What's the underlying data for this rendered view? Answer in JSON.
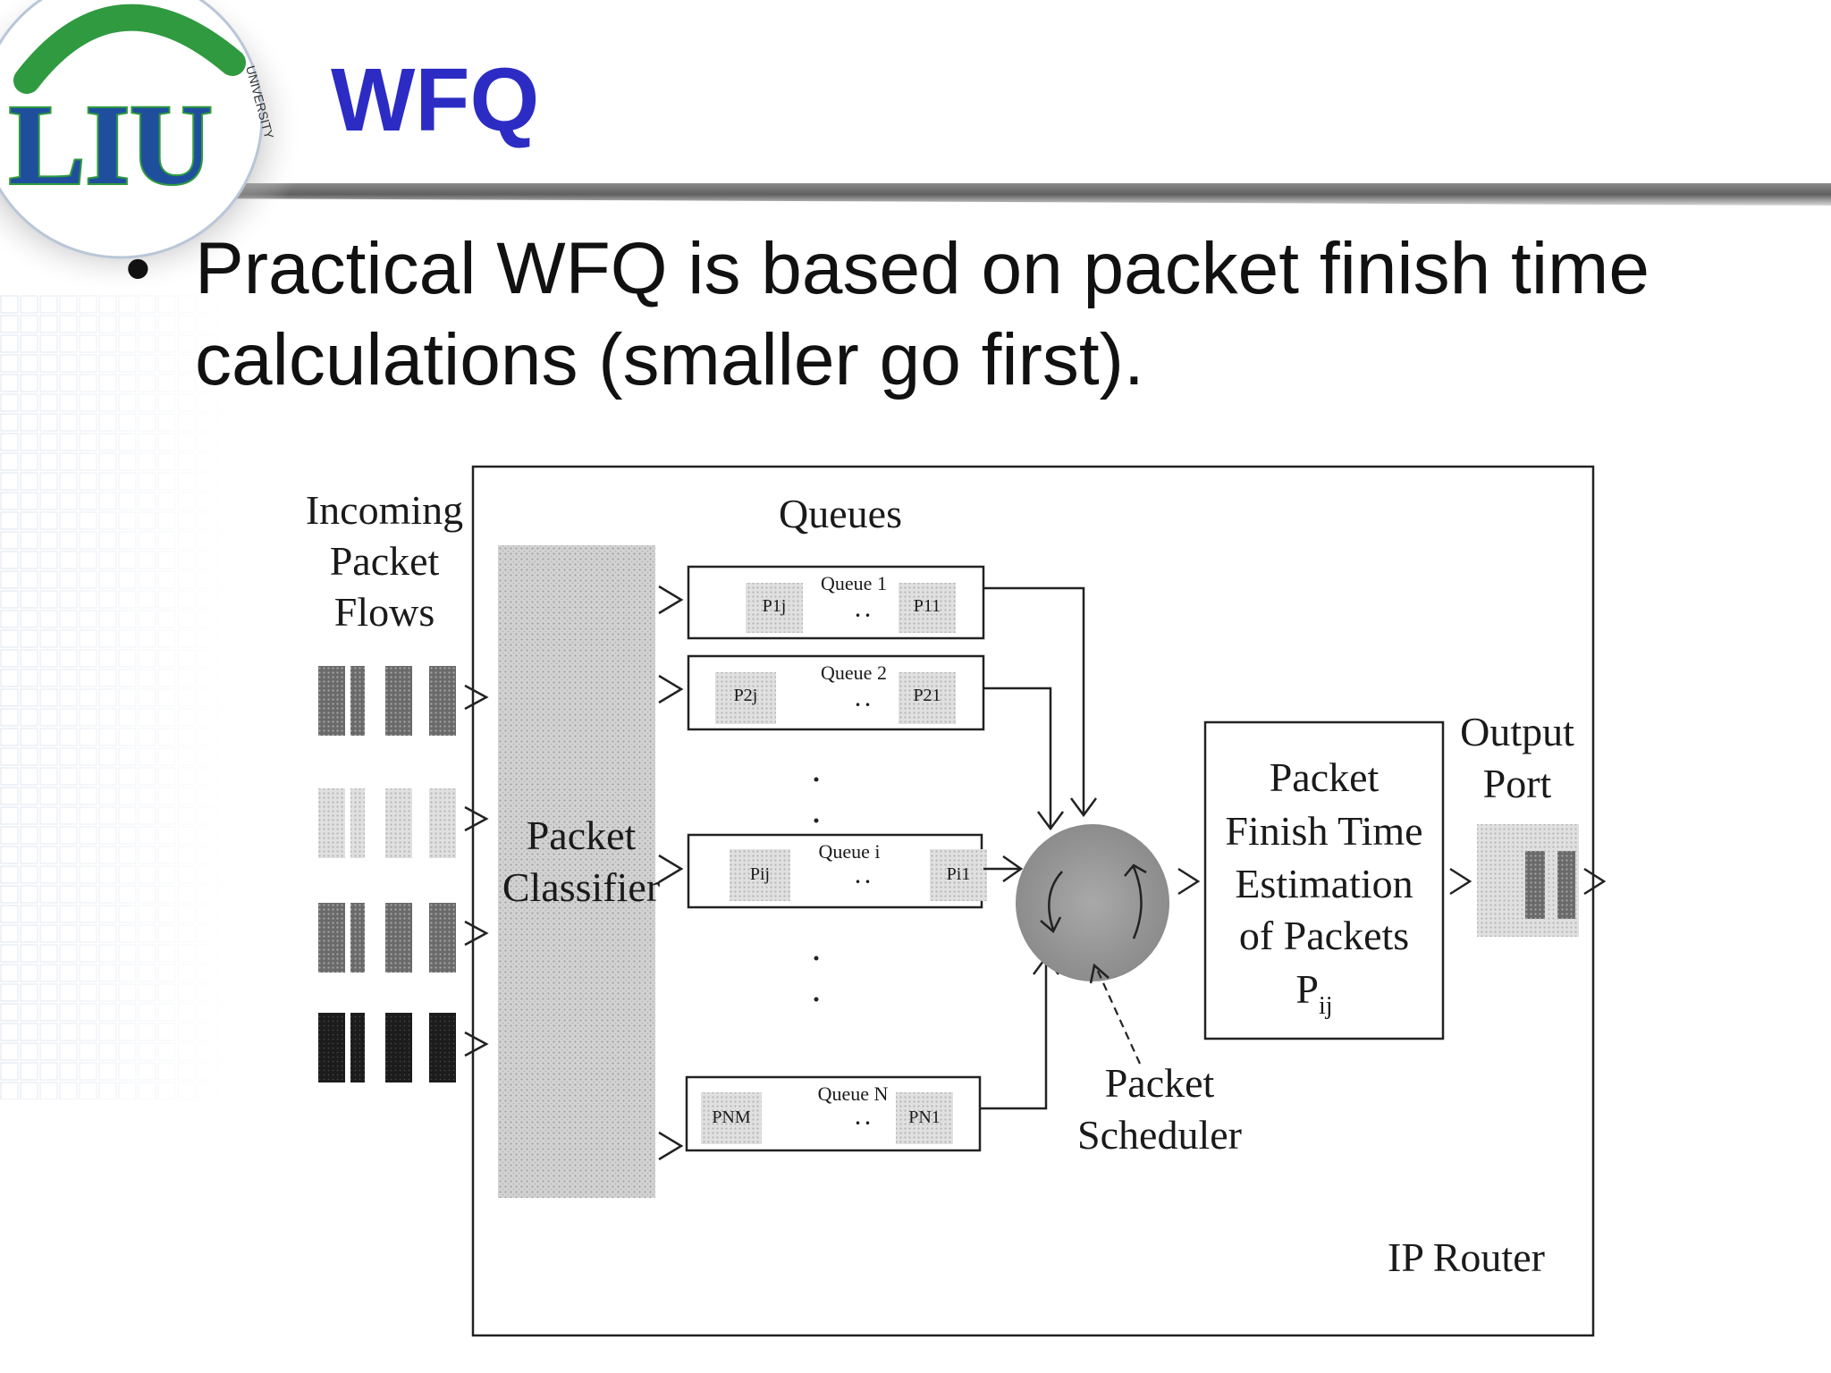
{
  "slide": {
    "title": "WFQ",
    "bullet": "Practical WFQ is based on packet finish time calculations (smaller go first).",
    "bullet_symbol": "•"
  },
  "logo": {
    "text": "LIU",
    "arc_text": "UNIVERSITY",
    "colors": {
      "blue": "#1f4f9c",
      "green": "#2f9a3f"
    }
  },
  "colors": {
    "title": "#2c2cc4",
    "text": "#111111"
  },
  "diagram": {
    "incoming": [
      "Incoming",
      "Packet",
      "Flows"
    ],
    "queues_title": "Queues",
    "classifier": [
      "Packet",
      "Classifier"
    ],
    "queues": [
      {
        "label": "Queue 1",
        "first": "P1j",
        "last": "P11",
        "dots": ". ."
      },
      {
        "label": "Queue 2",
        "first": "P2j",
        "last": "P21",
        "dots": ". ."
      },
      {
        "label": "Queue i",
        "first": "Pij",
        "last": "Pi1",
        "dots": ". ."
      },
      {
        "label": "Queue N",
        "first": "PNM",
        "last": "PN1",
        "dots": ". ."
      }
    ],
    "scheduler": [
      "Packet",
      "Scheduler"
    ],
    "estimation": [
      "Packet",
      "Finish Time",
      "Estimation",
      "of Packets"
    ],
    "estimation_symbol": "P",
    "estimation_subscript": "ij",
    "output": [
      "Output",
      "Port"
    ],
    "router": "IP Router"
  }
}
